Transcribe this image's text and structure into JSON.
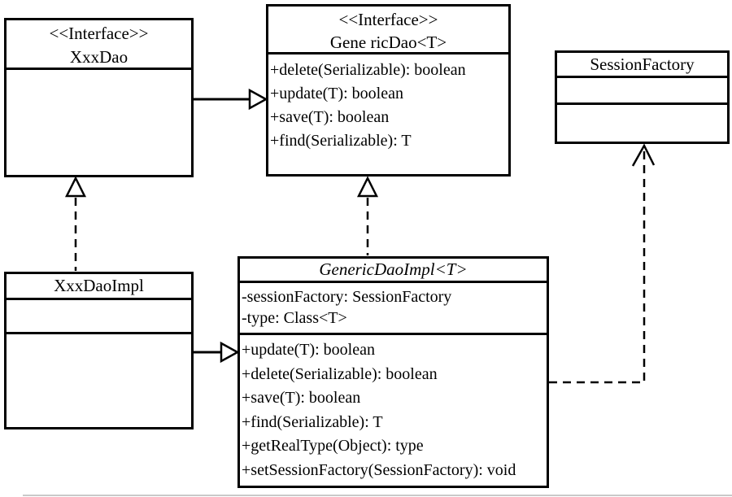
{
  "diagram": {
    "type": "uml-class-diagram",
    "colors": {
      "line": "#000000",
      "background": "#ffffff"
    },
    "classes": {
      "xxxdao": {
        "stereotype": "<<Interface>>",
        "name": "XxxDao",
        "attributes": [],
        "methods": []
      },
      "genericdao": {
        "stereotype": "<<Interface>>",
        "name": "Gene ricDao<T>",
        "attributes": [],
        "methods": [
          "+delete(Serializable): boolean",
          "+update(T): boolean",
          "+save(T): boolean",
          "+find(Serializable): T"
        ]
      },
      "sessionfactory": {
        "stereotype": "",
        "name": "SessionFactory",
        "attributes": [],
        "methods": []
      },
      "xxxdaoimpl": {
        "stereotype": "",
        "name": "XxxDaoImpl",
        "attributes": [],
        "methods": []
      },
      "genericdaoimpl": {
        "stereotype": "",
        "name": "GenericDaoImpl<T>",
        "attributes": [
          "-sessionFactory: SessionFactory",
          "-type: Class<T>"
        ],
        "methods": [
          "+update(T): boolean",
          "+delete(Serializable): boolean",
          "+save(T): boolean",
          "+find(Serializable): T",
          "+getRealType(Object): type",
          "+setSessionFactory(SessionFactory): void"
        ]
      }
    },
    "relationships": [
      {
        "from": "XxxDao",
        "to": "Gene ricDao<T>",
        "type": "generalization",
        "line": "solid",
        "arrowhead": "hollow-triangle"
      },
      {
        "from": "XxxDaoImpl",
        "to": "XxxDao",
        "type": "realization",
        "line": "dashed",
        "arrowhead": "hollow-triangle"
      },
      {
        "from": "GenericDaoImpl<T>",
        "to": "Gene ricDao<T>",
        "type": "realization",
        "line": "dashed",
        "arrowhead": "hollow-triangle"
      },
      {
        "from": "XxxDaoImpl",
        "to": "GenericDaoImpl<T>",
        "type": "generalization",
        "line": "solid",
        "arrowhead": "hollow-triangle"
      },
      {
        "from": "GenericDaoImpl<T>",
        "to": "SessionFactory",
        "type": "dependency",
        "line": "dashed",
        "arrowhead": "open"
      }
    ]
  }
}
